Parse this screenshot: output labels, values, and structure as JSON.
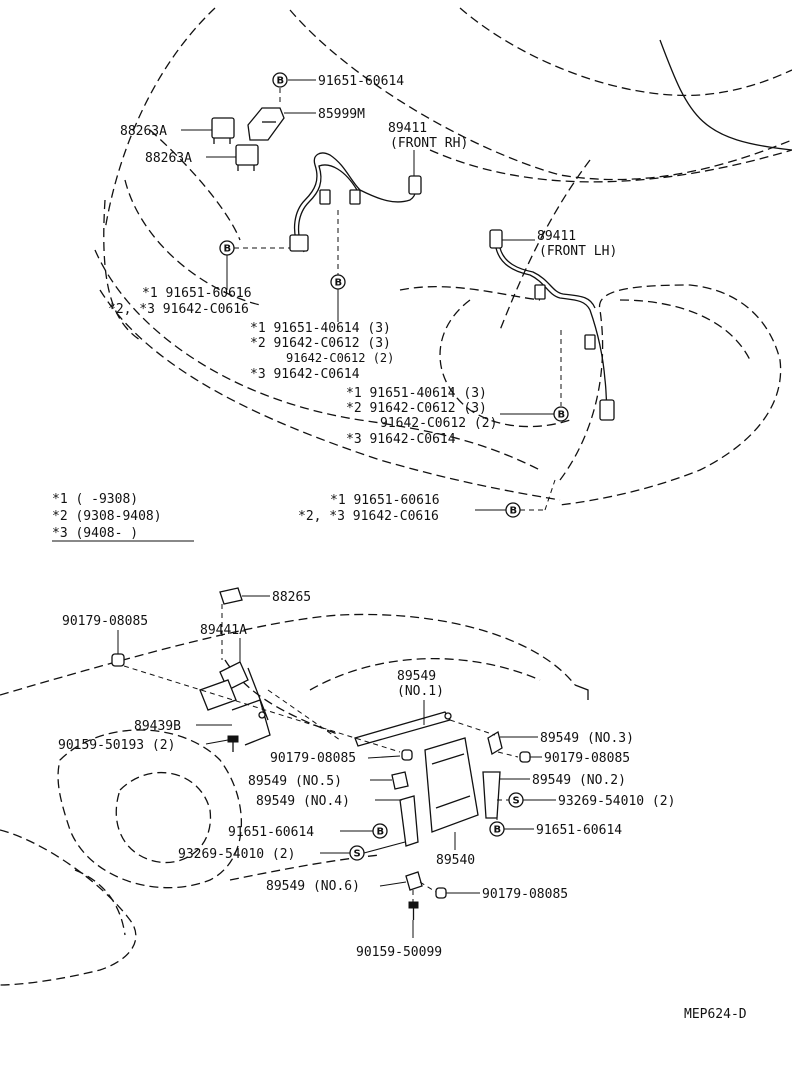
{
  "labels": {
    "l_91651_60614_top": "91651-60614",
    "l_85999M": "85999M",
    "l_88263A_1": "88263A",
    "l_88263A_2": "88263A",
    "l_89411_rh": "89411",
    "l_front_rh": "(FRONT RH)",
    "l_89411_lh": "89411",
    "l_front_lh": "(FRONT LH)",
    "l_a1": "*1  91651-60616",
    "l_a2": "*2, *3  91642-C0616",
    "l_b1": "*1  91651-40614 (3)",
    "l_b2": "*2  91642-C0612 (3)",
    "l_b3": "91642-C0612  (2)",
    "l_b4": "*3  91642-C0614",
    "l_c1": "*1  91651-40614 (3)",
    "l_c2": "*2  91642-C0612 (3)",
    "l_c3": "91642-C0612 (2)",
    "l_c4": "*3  91642-C0614",
    "l_d1": "*1  91651-60616",
    "l_d2": "*2, *3  91642-C0616",
    "l_key1": "*1  (      -9308)",
    "l_key2": "*2  (9308-9408)",
    "l_key3": "*3  (9408-      )",
    "l_88265": "88265",
    "l_90179_top": "90179-08085",
    "l_89441A": "89441A",
    "l_89549_no1a": "89549",
    "l_89549_no1b": "(NO.1)",
    "l_89439B": "89439B",
    "l_90159_50193": "90159-50193 (2)",
    "l_90179_mid": "90179-08085",
    "l_89549_no3": "89549 (NO.3)",
    "l_90179_right": "90179-08085",
    "l_89549_no5": "89549 (NO.5)",
    "l_89549_no2": "89549 (NO.2)",
    "l_89549_no4": "89549 (NO.4)",
    "l_93269_right": "93269-54010 (2)",
    "l_91651_60614_l": "91651-60614",
    "l_91651_60614_r": "91651-60614",
    "l_93269_left": "93269-54010 (2)",
    "l_89540": "89540",
    "l_89549_no6": "89549 (NO.6)",
    "l_90179_bot": "90179-08085",
    "l_90159_50099": "90159-50099",
    "l_code": "MEP624-D"
  },
  "symbols": {
    "bolt_letter": "B",
    "screw_letter": "S"
  }
}
